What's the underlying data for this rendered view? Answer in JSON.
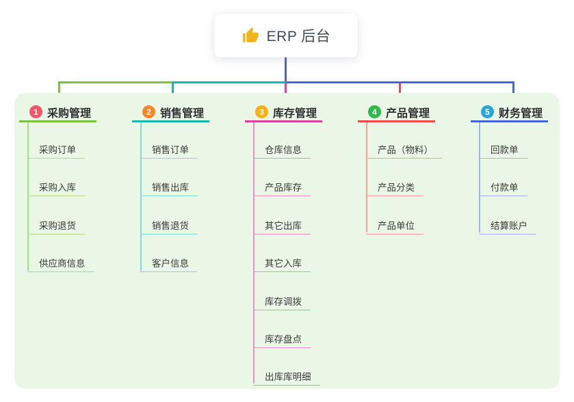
{
  "root": {
    "title": "ERP 后台",
    "icon": "thumbs-up-icon",
    "icon_color": "#f2b31c"
  },
  "branches": [
    {
      "index": "1",
      "title": "采购管理",
      "line_color": "#7cc242",
      "child_line_color": "#abdc83",
      "badge_color": "#f25767",
      "children": [
        "采购订单",
        "采购入库",
        "采购退货",
        "供应商信息"
      ]
    },
    {
      "index": "2",
      "title": "销售管理",
      "line_color": "#15b9ac",
      "child_line_color": "#85d9d0",
      "badge_color": "#f8862b",
      "children": [
        "销售订单",
        "销售出库",
        "销售退货",
        "客户信息"
      ]
    },
    {
      "index": "3",
      "title": "库存管理",
      "line_color": "#dc3f9e",
      "child_line_color": "#f08cc6",
      "badge_color": "#f9b013",
      "children": [
        "仓库信息",
        "产品库存",
        "其它出库",
        "其它入库",
        "库存调拨",
        "库存盘点",
        "出库库明细"
      ]
    },
    {
      "index": "4",
      "title": "产品管理",
      "line_color": "#f24b41",
      "child_line_color": "#f89d95",
      "badge_color": "#2db84b",
      "children": [
        "产品（物料）",
        "产品分类",
        "产品单位"
      ]
    },
    {
      "index": "5",
      "title": "财务管理",
      "line_color": "#3e68e0",
      "child_line_color": "#9db4ed",
      "badge_color": "#29a7dd",
      "children": [
        "回款单",
        "付款单",
        "结算账户"
      ]
    }
  ],
  "colors": {
    "panel_bg": "#ebf7e6",
    "root_stem": "#5562cd",
    "page_bg": "#ffffff",
    "header_text": "#303133",
    "child_text": "#3a3a3a"
  }
}
